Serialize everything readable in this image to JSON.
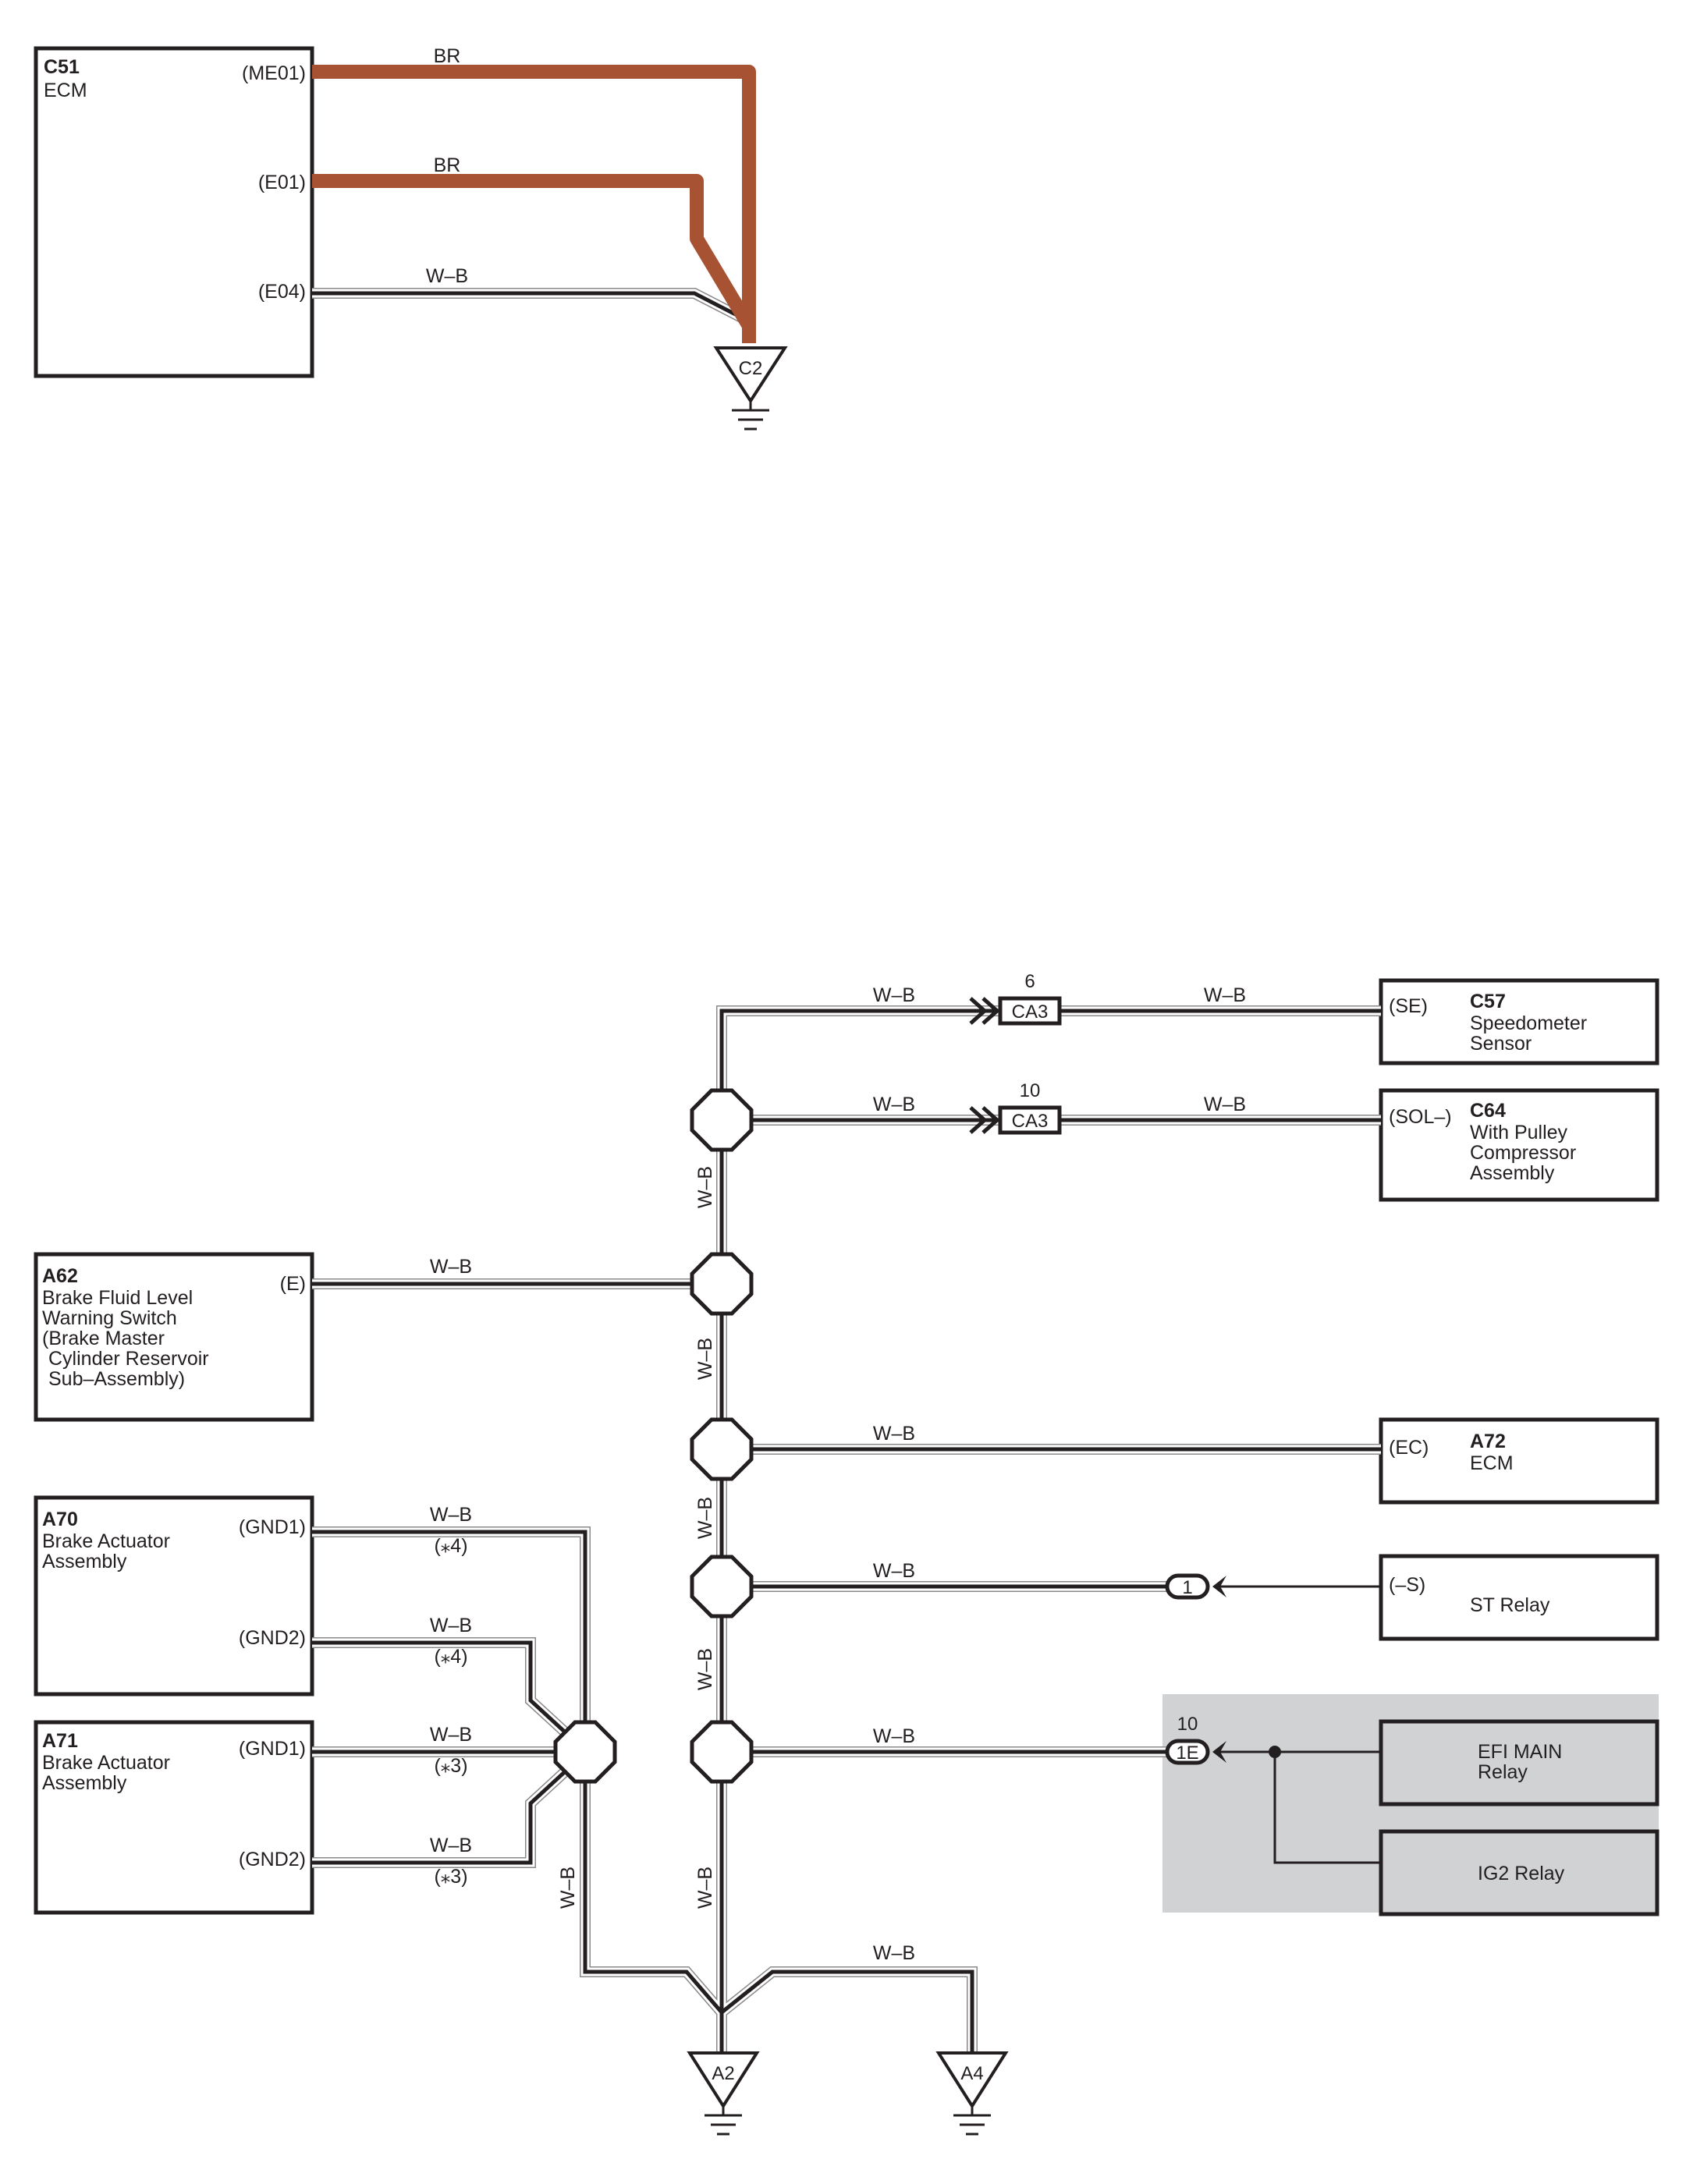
{
  "diagram_top": {
    "ecm_box": {
      "code": "C51",
      "name": "ECM"
    },
    "pins": {
      "me01": "(ME01)",
      "e01": "(E01)",
      "e04": "(E04)"
    },
    "wire_me01": "BR",
    "wire_e01": "BR",
    "wire_e04": "W–B",
    "ground": "C2"
  },
  "diagram_bottom": {
    "c57": {
      "code": "C57",
      "line1": "Speedometer",
      "line2": "Sensor",
      "pin": "(SE)"
    },
    "c64": {
      "code": "C64",
      "line1": "With Pulley",
      "line2": "Compressor",
      "line3": "Assembly",
      "pin": "(SOL–)"
    },
    "a62": {
      "code": "A62",
      "line1": "Brake Fluid Level",
      "line2": "Warning Switch",
      "line3": "(Brake Master",
      "line4": "Cylinder Reservoir",
      "line5": "Sub–Assembly)",
      "pin": "(E)"
    },
    "a72": {
      "code": "A72",
      "name": "ECM",
      "pin": "(EC)"
    },
    "a70": {
      "code": "A70",
      "line1": "Brake Actuator",
      "line2": "Assembly",
      "pin1": "(GND1)",
      "pin2": "(GND2)"
    },
    "a71": {
      "code": "A71",
      "line1": "Brake Actuator",
      "line2": "Assembly",
      "pin1": "(GND1)",
      "pin2": "(GND2)"
    },
    "st_relay": {
      "pin": "(–S)",
      "name": "ST Relay"
    },
    "efi_relay": {
      "line1": "EFI MAIN",
      "line2": "Relay"
    },
    "ig2_relay": {
      "name": "IG2 Relay"
    },
    "connector_ca3_a": {
      "id": "CA3",
      "pin": "6"
    },
    "connector_ca3_b": {
      "id": "CA3",
      "pin": "10"
    },
    "connector_1": {
      "id": "1"
    },
    "connector_1e": {
      "id": "1E",
      "pin": "10"
    },
    "notes": {
      "n4a": "(⁎4)",
      "n4b": "(⁎4)",
      "n3a": "(⁎3)",
      "n3b": "(⁎3)"
    },
    "wire_label": "W–B",
    "ground_a2": "A2",
    "ground_a4": "A4"
  },
  "colors": {
    "brown_wire": "#a75232",
    "relay_panel": "#d1d2d4"
  }
}
